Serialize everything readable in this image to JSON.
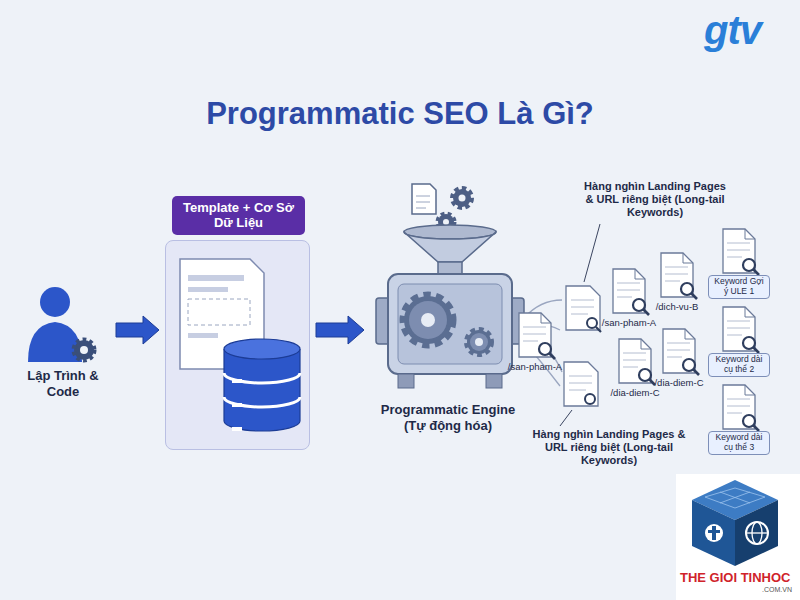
{
  "diagram": {
    "title": "Programmatic SEO Là Gì?",
    "nodes": [
      {
        "text": [
          "Lập Trình & Code"
        ]
      },
      {
        "text": [
          "Template + Cơ Sở Dữ Liệu"
        ]
      },
      {
        "text": [
          "Programmatic Engine (Tự động hóa)"
        ]
      },
      {
        "text": [
          "/san-pham-A"
        ]
      },
      {
        "text": [
          "/san-pham-A"
        ]
      },
      {
        "text": [
          "/dich-vu-B"
        ]
      },
      {
        "text": [
          "Keyword Gợi ý ULE 1"
        ]
      },
      {
        "text": [
          "/dia-diem-C"
        ]
      },
      {
        "text": [
          "/dia-diem-C"
        ]
      },
      {
        "text": [
          "Keyword dài cụ thể 2"
        ]
      },
      {
        "text": [
          "Keyword dài cụ thể 3"
        ]
      }
    ],
    "edges": [
      {
        "from": 0,
        "to": 1,
        "arrow": "to"
      },
      {
        "from": 1,
        "to": 2,
        "arrow": "to"
      }
    ],
    "labels": [
      "gtv",
      "Hàng nghìn Landing Pages & URL riêng biệt (Long-tail Keywords)",
      "Hàng nghìn Landing Pages & URL riêng biệt (Long-tail Keywords)",
      "THE GIOI TINHOC",
      ".COM.VN"
    ]
  }
}
